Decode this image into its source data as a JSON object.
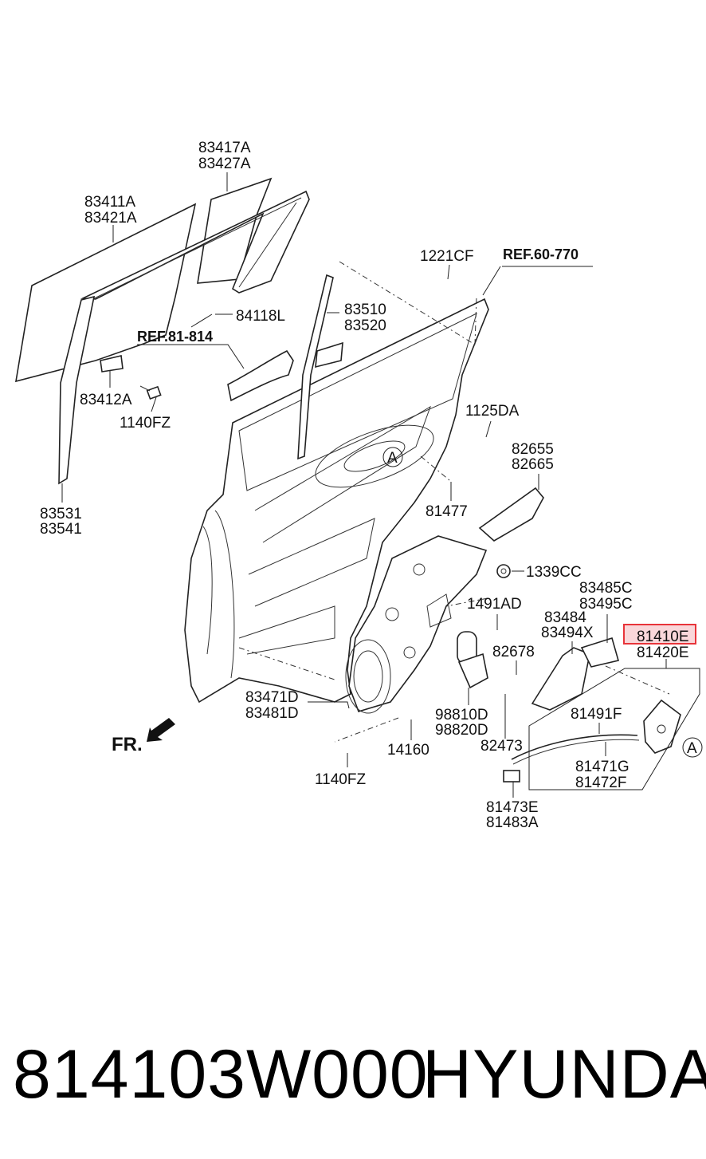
{
  "diagram": {
    "labels": {
      "l83417A": "83417A",
      "l83427A": "83427A",
      "l83411A": "83411A",
      "l83421A": "83421A",
      "l1221CF": "1221CF",
      "ref60770": "REF.60-770",
      "l84118L": "84118L",
      "l83510": "83510",
      "l83520": "83520",
      "ref81814": "REF.81-814",
      "l83412A": "83412A",
      "l1140FZ_a": "1140FZ",
      "l1125DA": "1125DA",
      "l82655": "82655",
      "l82665": "82665",
      "calloutA1": "A",
      "l81477": "81477",
      "l83531": "83531",
      "l83541": "83541",
      "l1339CC": "1339CC",
      "l83485C": "83485C",
      "l83495C": "83495C",
      "l1491AD": "1491AD",
      "l83484": "83484",
      "l83494X": "83494X",
      "l81410E": "81410E",
      "l81420E": "81420E",
      "l82678": "82678",
      "l83471D": "83471D",
      "l83481D": "83481D",
      "l98810D": "98810D",
      "l98820D": "98820D",
      "l81491F": "81491F",
      "fr": "FR.",
      "l14160": "14160",
      "l82473": "82473",
      "l81471G": "81471G",
      "l81472F": "81472F",
      "calloutA2": "A",
      "l1140FZ_b": "1140FZ",
      "l81473E": "81473E",
      "l81483A": "81483A"
    },
    "highlight_color": "#e8343a",
    "highlight_fill": "#f9d7da"
  },
  "footer": {
    "part_number": "814103W000",
    "brand": "HYUNDAI"
  }
}
